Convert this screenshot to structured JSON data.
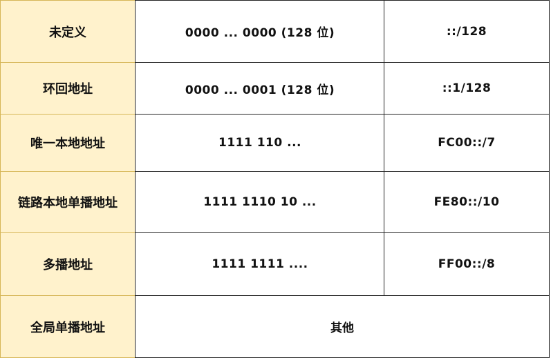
{
  "table": {
    "rows": [
      {
        "type": "未定义",
        "binary_prefix": "0000 ... 0000 (128 位)",
        "notation": "::/128"
      },
      {
        "type": "环回地址",
        "binary_prefix": "0000 ... 0001 (128 位)",
        "notation": "::1/128"
      },
      {
        "type": "唯一本地地址",
        "binary_prefix": "1111 110 ...",
        "notation": "FC00::/7"
      },
      {
        "type": "链路本地单播地址",
        "binary_prefix": "1111 1110 10 ...",
        "notation": "FE80::/10"
      },
      {
        "type": "多播地址",
        "binary_prefix": "1111 1111 ....",
        "notation": "FF00::/8"
      },
      {
        "type": "全局单播地址",
        "other": "其他"
      }
    ]
  },
  "colors": {
    "label_fill": "#fff2cc",
    "label_border": "#d6b656",
    "cell_border": "#222222"
  }
}
